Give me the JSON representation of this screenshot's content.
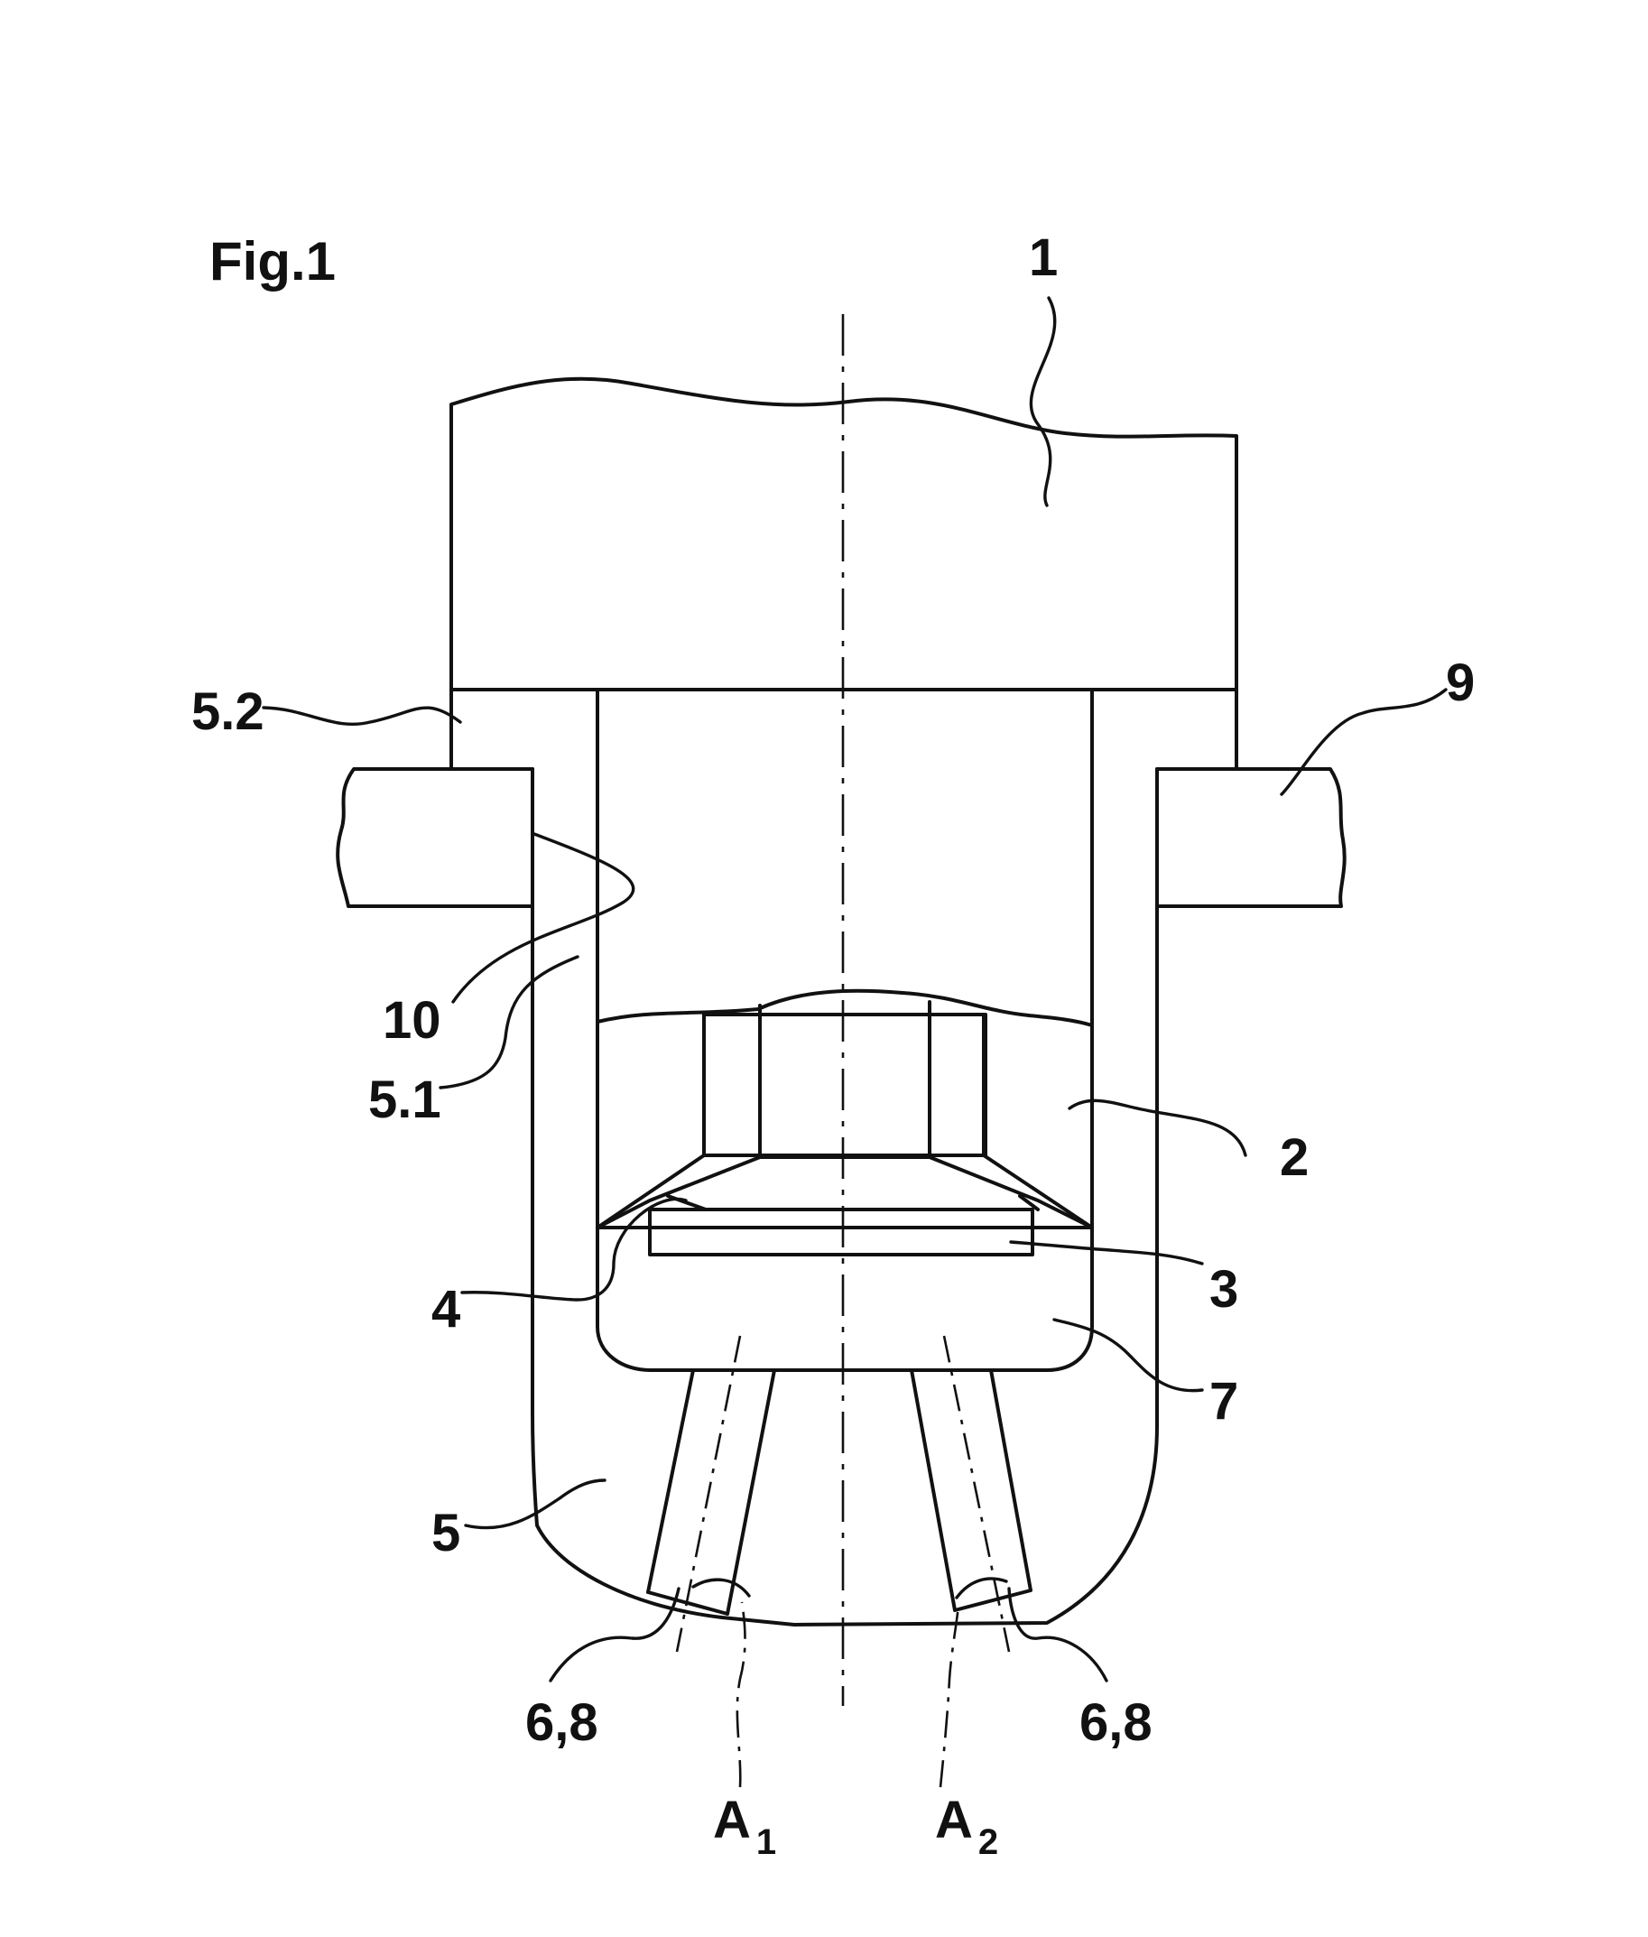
{
  "figure": {
    "title": "Fig.1",
    "stroke_color": "#111111",
    "background": "#ffffff"
  },
  "labels": {
    "l1": "1",
    "l52": "5.2",
    "l9": "9",
    "l10": "10",
    "l51": "5.1",
    "l2": "2",
    "l4": "4",
    "l3": "3",
    "l7": "7",
    "l5": "5",
    "l68_left": "6,8",
    "l68_right": "6,8",
    "a1_letter": "A",
    "a1_sub": "1",
    "a2_letter": "A",
    "a2_sub": "2"
  }
}
